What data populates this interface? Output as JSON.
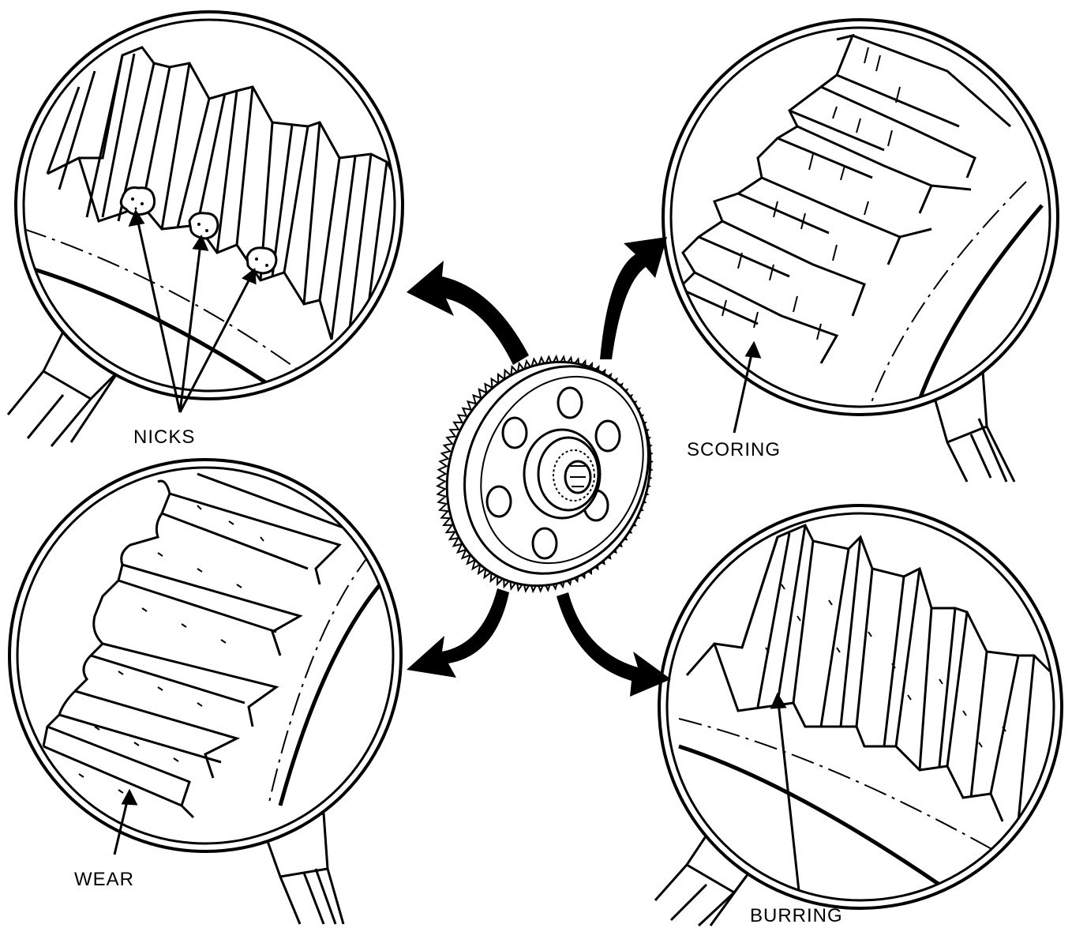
{
  "labels": {
    "nicks": "NICKS",
    "scoring": "SCORING",
    "wear": "WEAR",
    "burring": "BURRING"
  },
  "colors": {
    "ink": "#000000",
    "paper": "#ffffff"
  }
}
